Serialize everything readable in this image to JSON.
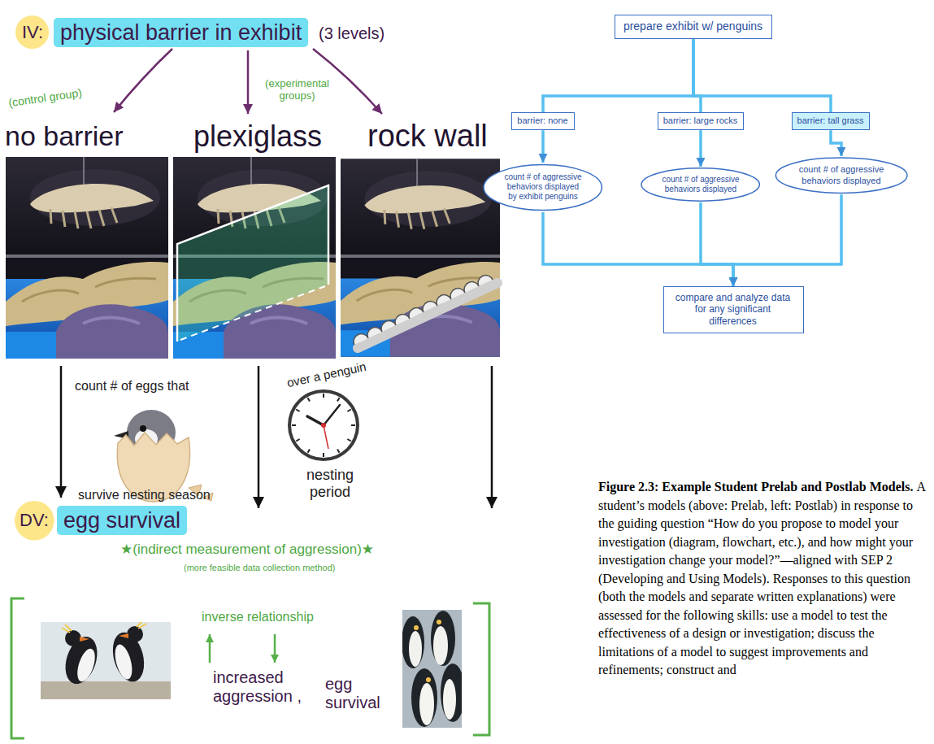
{
  "diagram": {
    "title": "Figure 2.3: Example Student Prelab and Postlab Models.",
    "caption": "A student’s models (above: Prelab, left: Postlab) in response to the guiding question “How do you propose to model your investigation (diagram, flowchart, etc.), and how might your investigation change your model?”—aligned with SEP 2 (Developing and Using Models). Responses to this question (both the models and separate written explanations) were assessed for the following skills: use a model to test the effectiveness of a design or investigation; discuss the limitations of a model to suggest improvements and refinements; construct and",
    "nodes": [
      {
        "text": [
          "IV:"
        ]
      },
      {
        "text": [
          "physical barrier in exhibit"
        ]
      },
      {
        "text": [
          "prepare exhibit w/ penguins"
        ]
      },
      {
        "text": [
          "barrier: none"
        ]
      },
      {
        "text": [
          "barrier: large rocks"
        ]
      },
      {
        "text": [
          "barrier: tall grass"
        ]
      },
      {
        "text": [
          "count # of aggressive behaviors displayed by exhibit penguins"
        ]
      },
      {
        "text": [
          "count # of aggressive behaviors displayed"
        ]
      },
      {
        "text": [
          "count # of aggressive behaviors displayed"
        ]
      },
      {
        "text": [
          "compare and analyze data for any significant differences"
        ]
      },
      {
        "text": [
          "DV:"
        ]
      },
      {
        "text": [
          "egg survival"
        ]
      }
    ],
    "edges": [
      {
        "from": 2,
        "to": 3,
        "arrow": "none"
      },
      {
        "from": 2,
        "to": 4,
        "arrow": "none"
      },
      {
        "from": 2,
        "to": 5,
        "arrow": "none"
      },
      {
        "from": 3,
        "to": 6,
        "arrow": "to"
      },
      {
        "from": 4,
        "to": 7,
        "arrow": "to"
      },
      {
        "from": 5,
        "to": 8,
        "arrow": "to"
      },
      {
        "from": 6,
        "to": 9,
        "arrow": "to"
      },
      {
        "from": 7,
        "to": 9,
        "arrow": "to"
      },
      {
        "from": 8,
        "to": 9,
        "arrow": "to"
      }
    ],
    "labels": [
      "(3 levels)",
      "(control group)",
      "(experimental groups)",
      "no barrier",
      "plexiglass",
      "rock wall",
      "count # of eggs that",
      "survive nesting season",
      "over a penguin",
      "nesting period",
      "★(indirect measurement of aggression)★",
      "(more feasible data collection method)",
      "inverse relationship",
      "increased aggression ,",
      "egg survival"
    ]
  }
}
